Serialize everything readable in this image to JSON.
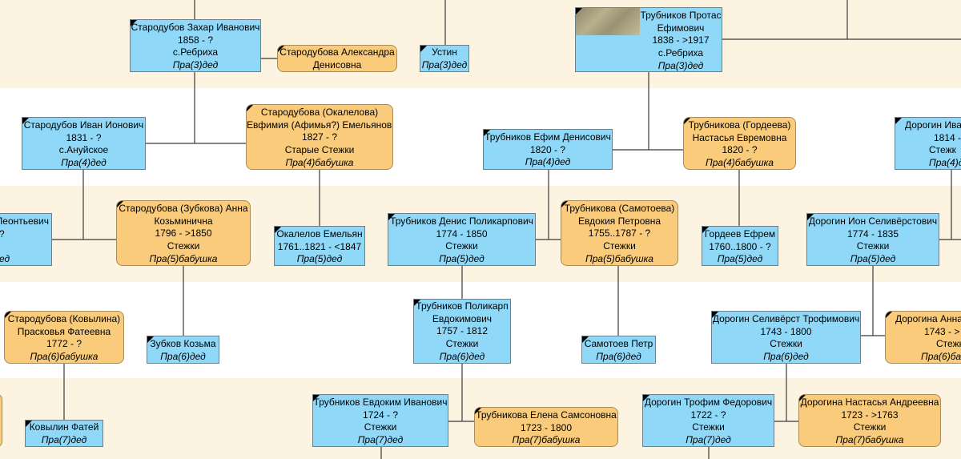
{
  "nodes": {
    "zakhar": {
      "line1": "Стародубов Захар Иванович",
      "line2": "1858 - ?",
      "line3": "с.Ребриха",
      "gen": "Пра(3)дед"
    },
    "alexandra": {
      "line1": "Стародубова Александра",
      "line2": "Денисовна"
    },
    "ustin": {
      "line1": "Устин",
      "gen": "Пра(3)дед"
    },
    "protas": {
      "line1": "Трубников Протас",
      "line2": "Ефимович",
      "line3": "1838 - >1917",
      "line4": "с.Ребриха",
      "gen": "Пра(3)дед"
    },
    "ivan": {
      "line1": "Стародубов Иван Ионович",
      "line2": "1831 - ?",
      "line3": "с.Ануйское",
      "gen": "Пра(4)дед"
    },
    "efimia": {
      "line1": "Стародубова (Окалелова)",
      "line2": "Евфимия (Афимья?) Емельяновна",
      "line3": "1827 - ?",
      "line4": "Старые Стежки",
      "gen": "Пра(4)бабушка"
    },
    "efim": {
      "line1": "Трубников Ефим Денисович",
      "line2": "1820 - ?",
      "gen": "Пра(4)дед"
    },
    "nastasia": {
      "line1": "Трубникова (Гордеева)",
      "line2": "Настасья Евремовна",
      "line3": "1820 - ?",
      "gen": "Пра(4)бабушка"
    },
    "dorogin_iv": {
      "line1": "Дорогин Иван",
      "line2": "1814 -",
      "line3": "Стежк",
      "gen": "Пра(4)д"
    },
    "leontievich": {
      "line1": "Леонтьевич",
      "line2": "?",
      "gen": "ед"
    },
    "anna_z": {
      "line1": "Стародубова (Зубкова) Анна",
      "line2": "Козьминична",
      "line3": "1796 - >1850",
      "line4": "Стежки",
      "gen": "Пра(5)бабушка"
    },
    "emelian": {
      "line1": "Окалелов Емельян",
      "line2": "1761..1821 - <1847",
      "gen": "Пра(5)дед"
    },
    "denis": {
      "line1": "Трубников Денис Поликарпович",
      "line2": "1774 - 1850",
      "line3": "Стежки",
      "gen": "Пра(5)дед"
    },
    "evdokia": {
      "line1": "Трубникова (Самотоева)",
      "line2": "Евдокия Петровна",
      "line3": "1755..1787 - ?",
      "line4": "Стежки",
      "gen": "Пра(5)бабушка"
    },
    "efrem": {
      "line1": "Гордеев Ефрем",
      "line2": "1760..1800 - ?",
      "gen": "Пра(5)дед"
    },
    "ion": {
      "line1": "Дорогин Ион Селивёрстович",
      "line2": "1774 - 1835",
      "line3": "Стежки",
      "gen": "Пра(5)дед"
    },
    "praskovia": {
      "line1": "Стародубова (Ковылина)",
      "line2": "Прасковья Фатеевна",
      "line3": "1772 - ?",
      "gen": "Пра(6)бабушка"
    },
    "kozma": {
      "line1": "Зубков Козьма",
      "gen": "Пра(6)дед"
    },
    "polikarp": {
      "line1": "Трубников Поликарп",
      "line2": "Евдокимович",
      "line3": "1757 - 1812",
      "line4": "Стежки",
      "gen": "Пра(6)дед"
    },
    "petr": {
      "line1": "Самотоев Петр",
      "gen": "Пра(6)дед"
    },
    "seliverst": {
      "line1": "Дорогин Селивёрст Трофимович",
      "line2": "1743 - 1800",
      "line3": "Стежки",
      "gen": "Пра(6)дед"
    },
    "anna_d": {
      "line1": "Дорогина Анна",
      "line2": "1743 - >",
      "line3": "Стежк",
      "gen": "Пра(6)ба"
    },
    "fatei": {
      "line1": "Ковылин Фатей",
      "gen": "Пра(7)дед"
    },
    "evdokim": {
      "line1": "Трубников Евдоким Иванович",
      "line2": "1724 - ?",
      "line3": "Стежки",
      "gen": "Пра(7)дед"
    },
    "elena": {
      "line1": "Трубникова Елена Самсоновна",
      "line2": "1723 - 1800",
      "gen": "Пра(7)бабушка"
    },
    "trofim": {
      "line1": "Дорогин Трофим Федорович",
      "line2": "1722 - ?",
      "line3": "Стежки",
      "gen": "Пра(7)дед"
    },
    "nastasia_d": {
      "line1": "Дорогина Настасья Андреевна",
      "line2": "1723 - >1763",
      "line3": "Стежки",
      "gen": "Пра(7)бабушка"
    }
  }
}
